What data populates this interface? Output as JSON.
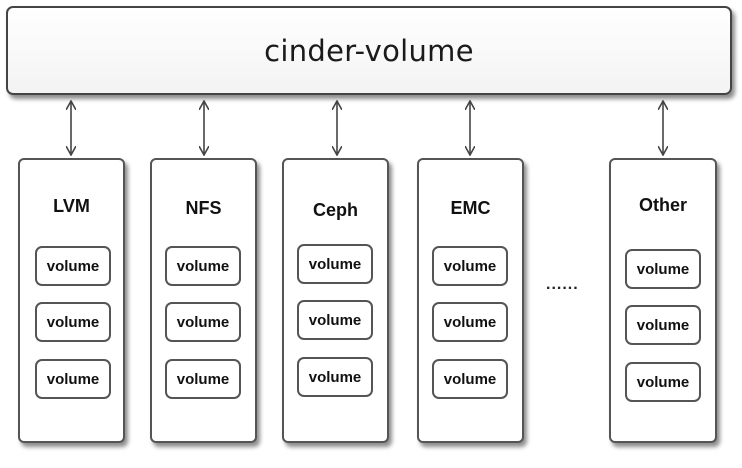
{
  "header": {
    "title": "cinder-volume"
  },
  "backends": [
    {
      "name": "LVM",
      "volumes": [
        "volume",
        "volume",
        "volume"
      ]
    },
    {
      "name": "NFS",
      "volumes": [
        "volume",
        "volume",
        "volume"
      ]
    },
    {
      "name": "Ceph",
      "volumes": [
        "volume",
        "volume",
        "volume"
      ]
    },
    {
      "name": "EMC",
      "volumes": [
        "volume",
        "volume",
        "volume"
      ]
    },
    {
      "name": "Other",
      "volumes": [
        "volume",
        "volume",
        "volume"
      ]
    }
  ],
  "ellipsis": "......"
}
